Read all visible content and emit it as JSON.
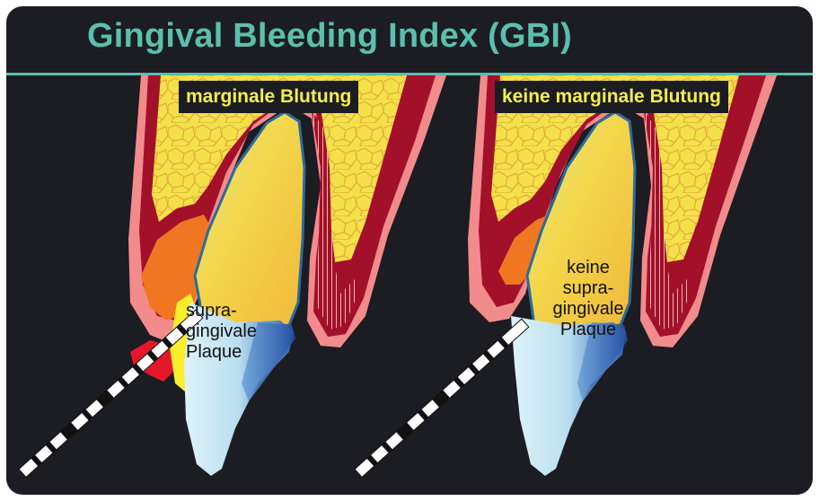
{
  "title": "Gingival Bleeding Index (GBI)",
  "left": {
    "heading": "marginale Blutung",
    "label_lines": [
      "supra-",
      "gingivale",
      "Plaque"
    ]
  },
  "right": {
    "heading": "keine marginale Blutung",
    "label_lines": [
      "keine",
      "supra-",
      "gingivale",
      "Plaque"
    ]
  },
  "colors": {
    "background": "#1c1c23",
    "accent": "#5bbfad",
    "heading_text": "#f4ee4f",
    "gum_outer": "#f28b8b",
    "gum_dark": "#a3102a",
    "bone": "#f4e14a",
    "bleeding": "#e3172a",
    "inflamed": "#f07622",
    "plaque": "#f8ee2e",
    "root_blue": "#2f62b4",
    "crown_light": "#d7eef7"
  }
}
